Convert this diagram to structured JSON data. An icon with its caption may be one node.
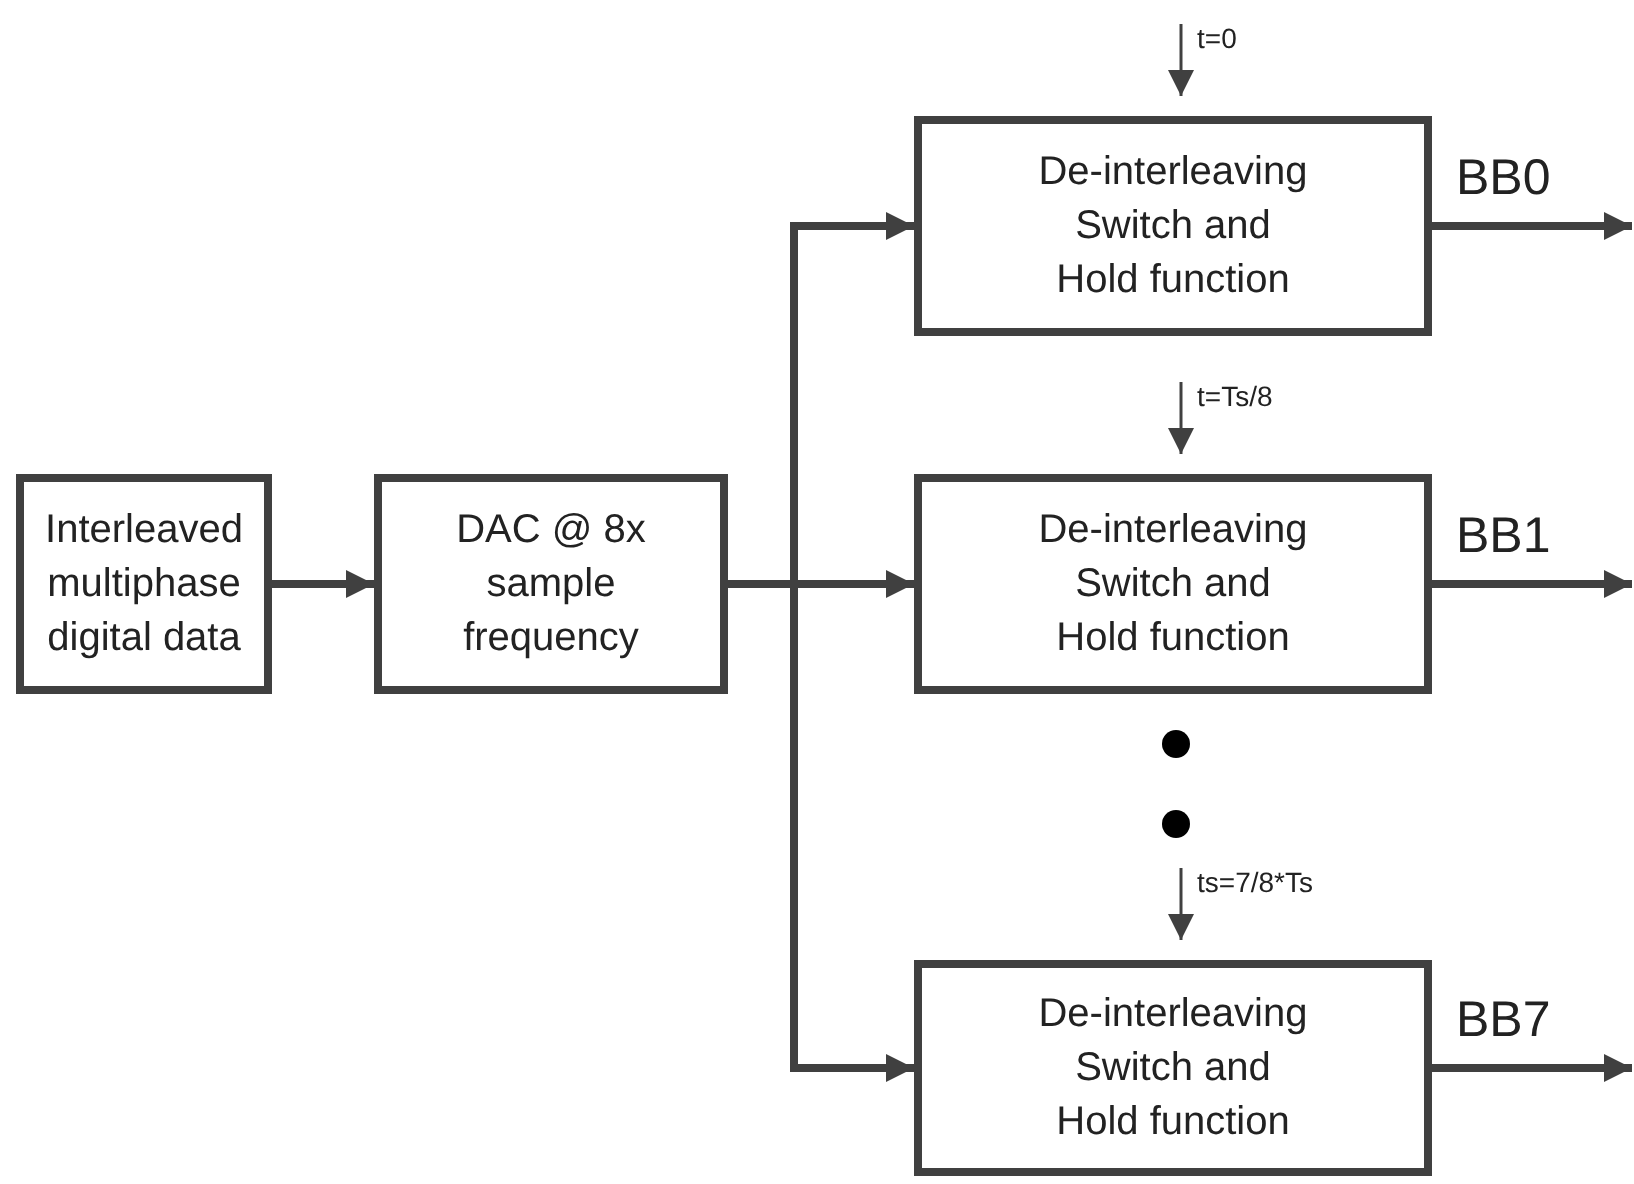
{
  "diagram": {
    "nodes": [
      {
        "text": [
          "Interleaved multiphase digital data"
        ]
      },
      {
        "text": [
          "DAC @ 8x sample frequency"
        ]
      },
      {
        "text": [
          "De-interleaving Switch and Hold function"
        ]
      },
      {
        "text": [
          "De-interleaving Switch and Hold function"
        ]
      },
      {
        "text": [
          "De-interleaving Switch and Hold function"
        ]
      }
    ],
    "edges": [
      {
        "from": 0,
        "to": 1,
        "arrow": "to"
      },
      {
        "from": 1,
        "to": 2,
        "arrow": "to"
      },
      {
        "from": 1,
        "to": 3,
        "arrow": "to"
      },
      {
        "from": 1,
        "to": 4,
        "arrow": "to"
      },
      {
        "from": null,
        "to": 2,
        "arrow": "to",
        "label": "t=0"
      },
      {
        "from": null,
        "to": 3,
        "arrow": "to",
        "label": "t=Ts/8"
      },
      {
        "from": null,
        "to": 4,
        "arrow": "to",
        "label": "ts=7/8*Ts"
      },
      {
        "from": 2,
        "to": null,
        "arrow": "to",
        "label": "BB0"
      },
      {
        "from": 3,
        "to": null,
        "arrow": "to",
        "label": "BB1"
      },
      {
        "from": 4,
        "to": null,
        "arrow": "to",
        "label": "BB7"
      }
    ]
  }
}
